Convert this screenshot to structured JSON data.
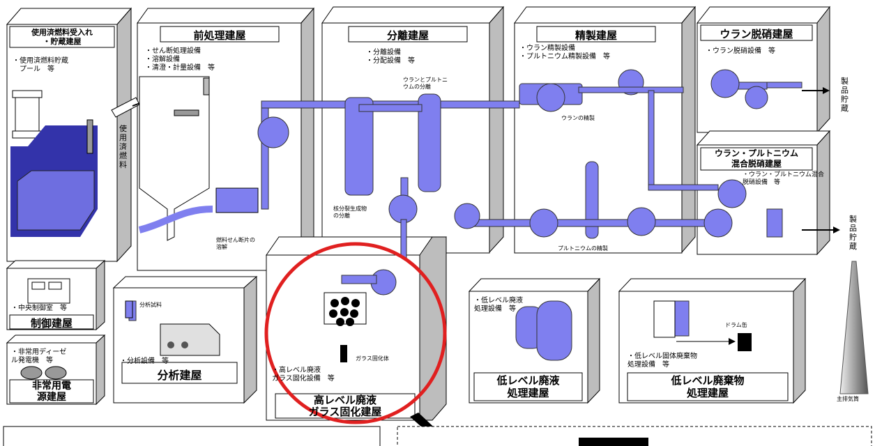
{
  "buildings": {
    "receiving": {
      "title": "使用済燃料受入れ\n・貯蔵建屋",
      "equipment": "・使用済燃料貯蔵\n　プール　等"
    },
    "headend": {
      "title": "前処理建屋",
      "equipment": "・せん断処理設備\n・溶解設備\n・清澄・計量設備　等",
      "note": "燃料せん断片の\n溶解"
    },
    "separation": {
      "title": "分離建屋",
      "equipment": "・分離設備\n・分配設備　等",
      "note_up": "ウランとプルトニ\nウムの分離",
      "note_fp": "核分裂生成物\nの分離"
    },
    "purification": {
      "title": "精製建屋",
      "equipment": "・ウラン精製設備\n・プルトニウム精製設備　等",
      "note_u": "ウランの精製",
      "note_pu": "プルトニウムの精製"
    },
    "u_denitration": {
      "title": "ウラン脱硝建屋",
      "equipment": "・ウラン脱硝設備　等"
    },
    "upu_denitration": {
      "title": "ウラン・プルトニウム\n混合脱硝建屋",
      "equipment": "・ウラン・プルトニウム混合\n脱硝設備　等"
    },
    "control": {
      "title": "制御建屋",
      "equipment": "・中央制御室　等"
    },
    "emergency": {
      "title": "非常用電\n源建屋",
      "equipment": "・非常用ディーゼ\nル発電機　等"
    },
    "analysis": {
      "title": "分析建屋",
      "equipment": "・分析設備　等",
      "sample": "分析試料"
    },
    "hlw": {
      "title": "高レベル廃液\nガラス固化建屋",
      "equipment": "・高レベル廃液\nガラス固化設備　等",
      "glass": "ガラス固化体"
    },
    "llw_liquid": {
      "title": "低レベル廃液\n処理建屋",
      "equipment": "・低レベル廃液\n処理設備　等"
    },
    "llw_solid": {
      "title": "低レベル廃棄物\n処理建屋",
      "equipment": "・低レベル固体廃棄物\n処理設備　等",
      "drum": "ドラム缶"
    }
  },
  "labels": {
    "spent_fuel": "使用済燃料",
    "product_storage": "製品貯蔵",
    "stack": "主排気筒"
  },
  "colors": {
    "liquid": "#7f7fef",
    "building_side": "#bdbdbd",
    "highlight": "#e02020"
  }
}
